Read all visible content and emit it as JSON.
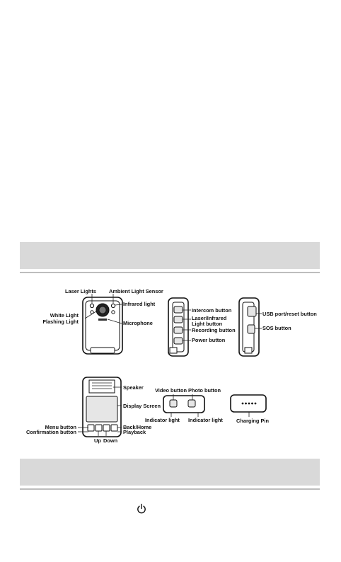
{
  "diagram": {
    "front": {
      "laser_lights": "Laser Lights",
      "ambient_light_sensor": "Ambient Light Sensor",
      "infrared_light": "Infrared light",
      "white_light": "White Light",
      "flashing_light": "Flashing Light",
      "microphone": "Microphone"
    },
    "side_left": {
      "intercom_button": "Intercom button",
      "laser_infrared_line1": "Laser/Infrared",
      "laser_infrared_line2": "Light button",
      "recording_button": "Recording button",
      "power_button": "Power button"
    },
    "side_right": {
      "usb_port_reset_button": "USB port/reset button",
      "sos_button": "SOS button"
    },
    "back": {
      "speaker": "Speaker",
      "display_screen": "Display Screen",
      "menu_button": "Menu button",
      "confirmation_button": "Confirmation button",
      "back_home": "Back/Home",
      "playback": "Playback",
      "up": "Up",
      "down": "Down"
    },
    "top_view": {
      "video_button": "Video button",
      "photo_button": "Photo button",
      "indicator_light_left": "Indicator light",
      "indicator_light_right": "Indicator light"
    },
    "bottom_view": {
      "charging_pin": "Charging Pin"
    }
  }
}
